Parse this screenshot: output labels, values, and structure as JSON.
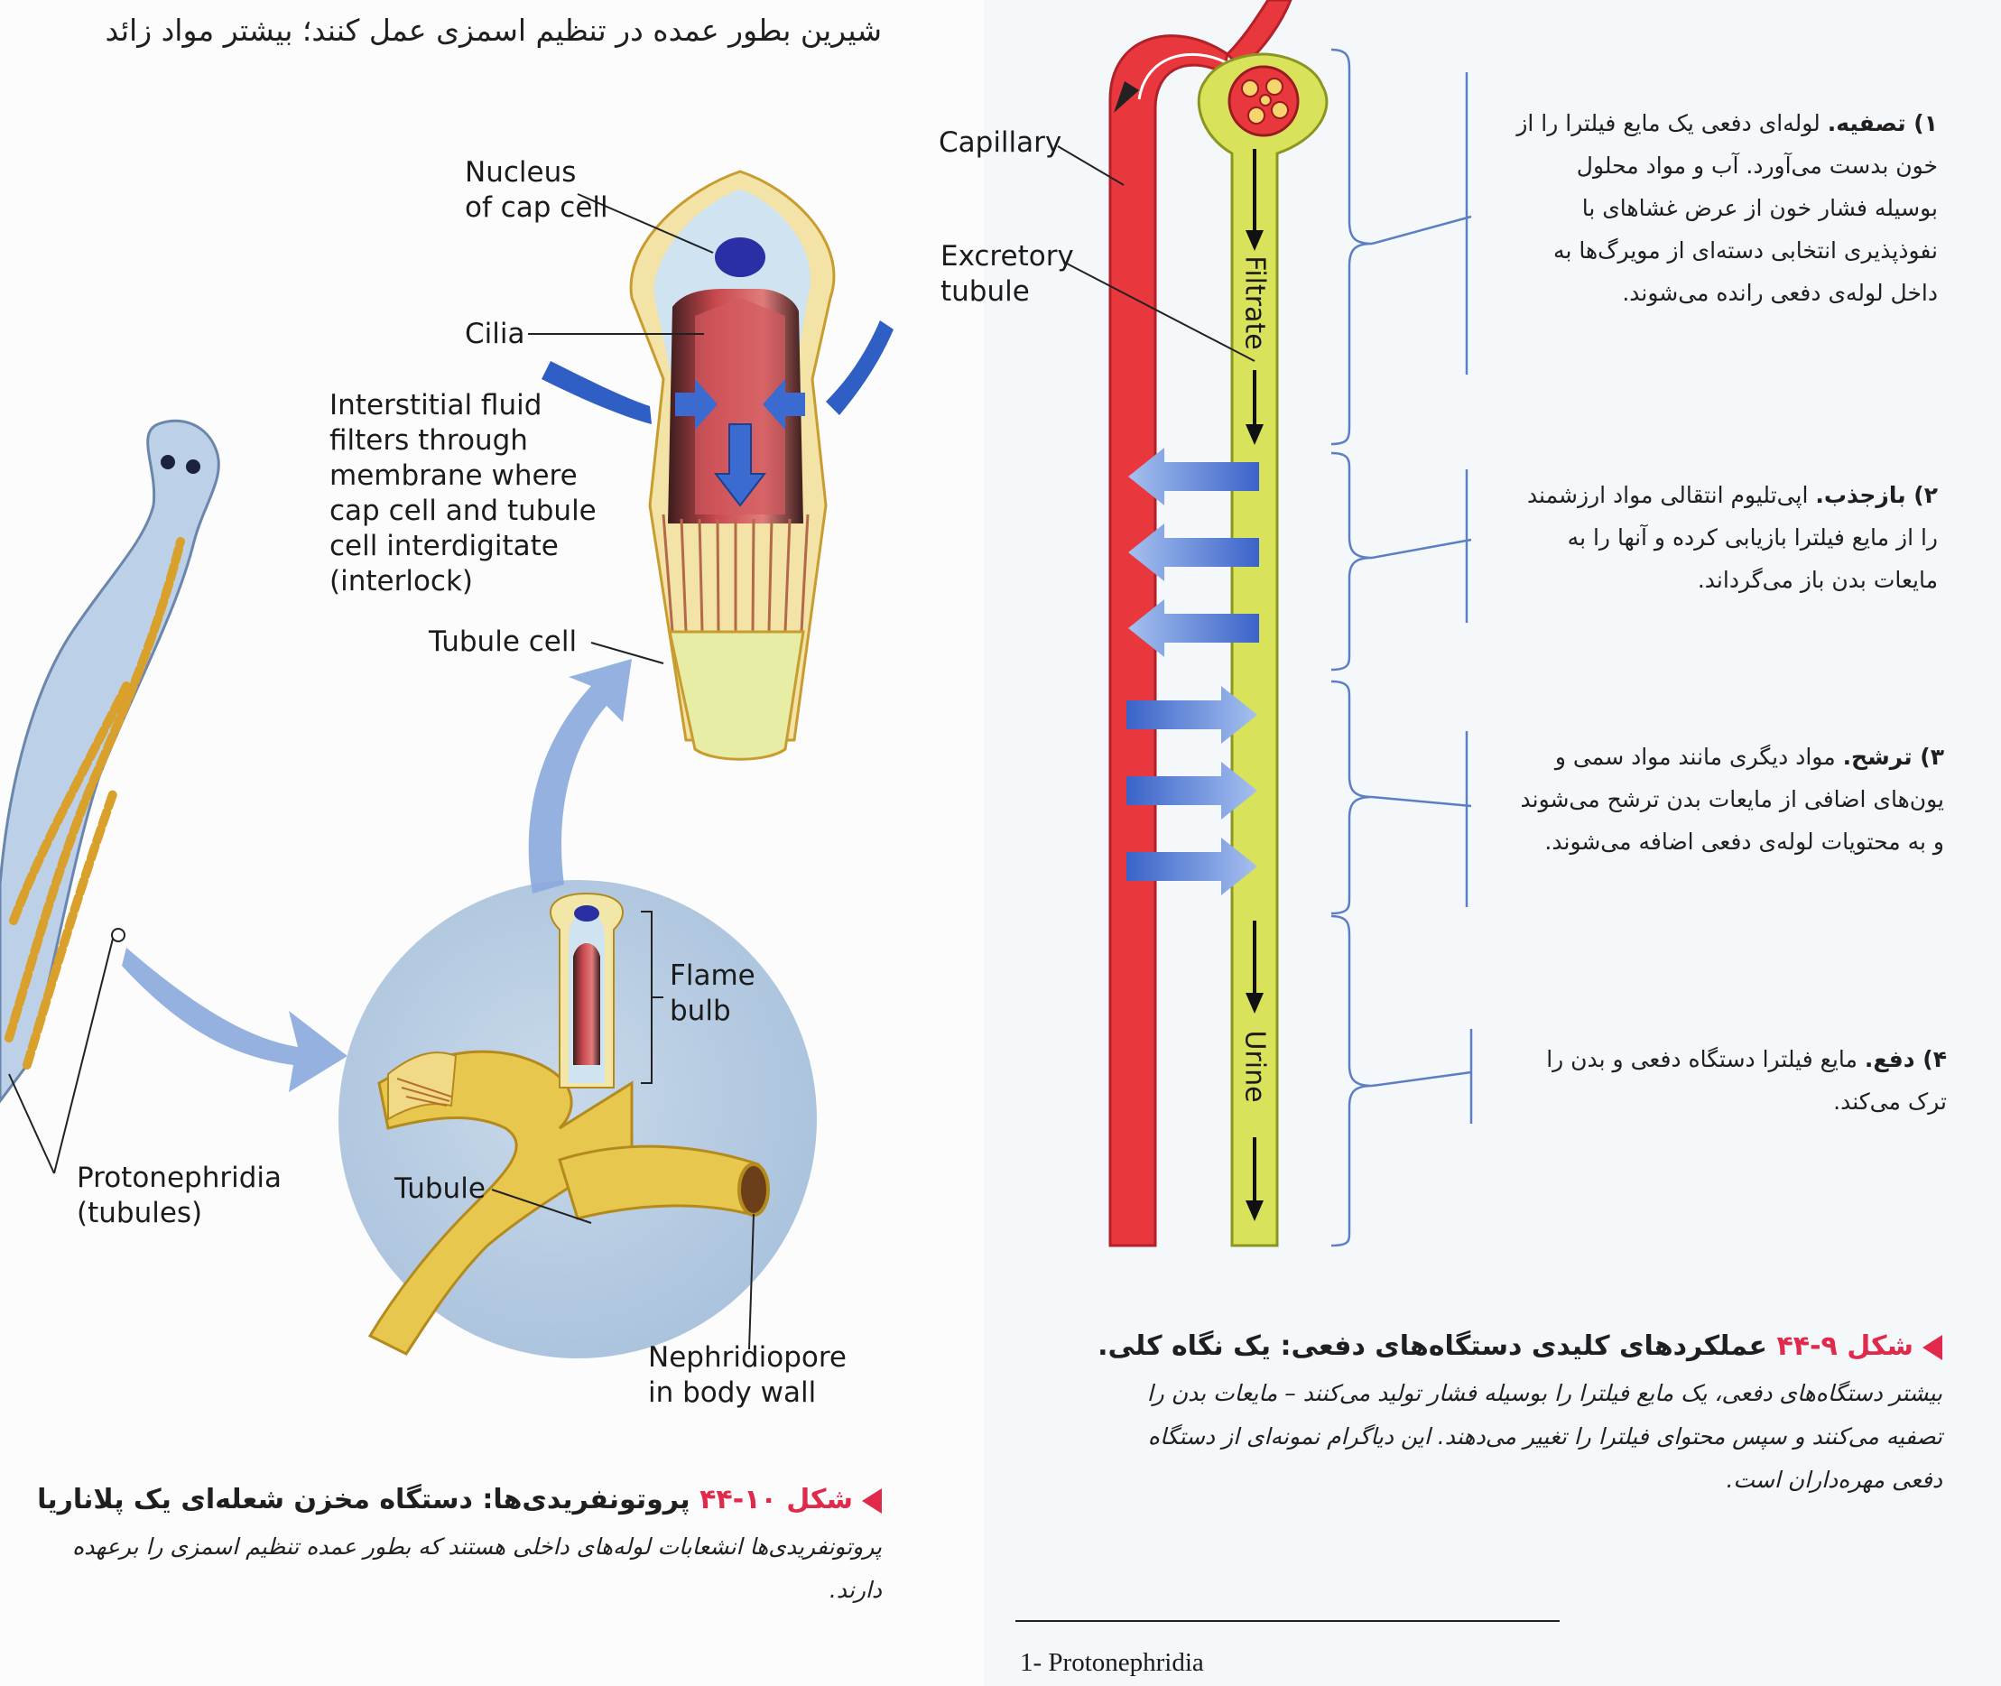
{
  "top_text": "شیرین بطور عمده در تنظیم اسمزی عمل کنند؛ بیشتر مواد زائد",
  "left_figure": {
    "labels": {
      "nucleus": [
        "Nucleus",
        "of cap cell"
      ],
      "cilia": "Cilia",
      "interstitial": [
        "Interstitial fluid",
        "filters through",
        "membrane where",
        "cap cell and tubule",
        "cell interdigitate",
        "(interlock)"
      ],
      "tubule_cell": "Tubule cell",
      "flame_bulb": [
        "Flame",
        "bulb"
      ],
      "protonephridia": [
        "Protonephridia",
        "(tubules)"
      ],
      "tubule": "Tubule",
      "nephridiopore": [
        "Nephridiopore",
        "in body wall"
      ]
    },
    "caption": {
      "number": "شکل ۱۰-۴۴",
      "title": "پروتونفریدی‌ها: دستگاه مخزن شعله‌ای یک پلاناریا",
      "body": [
        "پروتونفریدی‌ها انشعابات لوله‌های داخلی هستند که بطور عمده تنظیم اسمزی را برعهده",
        "دارند."
      ]
    }
  },
  "right_figure": {
    "labels": {
      "capillary": "Capillary",
      "excretory_tubule": [
        "Excretory",
        "tubule"
      ],
      "filtrate": "Filtrate",
      "urine": "Urine"
    },
    "steps": [
      {
        "title": "۱) تصفیه.",
        "lines": [
          "لوله‌ای دفعی یک مایع فیلترا را از",
          "خون بدست می‌آورد. آب و مواد محلول",
          "بوسیله فشار خون از عرض غشاهای با",
          "نفوذپذیری انتخابی دسته‌ای از مویرگ‌ها به",
          "داخل لوله‌ی دفعی رانده می‌شوند."
        ]
      },
      {
        "title": "۲) بازجذب.",
        "lines": [
          "اپی‌تلیوم انتقالی مواد ارزشمند",
          "را از مایع فیلترا بازیابی کرده و آنها را به",
          "مایعات بدن باز می‌گرداند."
        ]
      },
      {
        "title": "۳) ترشح.",
        "lines": [
          "مواد دیگری مانند مواد سمی و",
          "یون‌های اضافی از مایعات بدن ترشح می‌شوند",
          "و به محتویات لوله‌ی دفعی اضافه می‌شوند."
        ]
      },
      {
        "title": "۴) دفع.",
        "lines": [
          "مایع فیلترا دستگاه دفعی و بدن را",
          "ترک می‌کند."
        ]
      }
    ],
    "caption": {
      "number": "شکل ۹-۴۴",
      "title": "عملکردهای کلیدی دستگاه‌های دفعی: یک نگاه کلی.",
      "body": [
        "بیشتر دستگاه‌های دفعی، یک مایع فیلترا را بوسیله فشار تولید می‌کنند – مایعات بدن را",
        "تصفیه می‌کنند و سپس محتوای فیلترا را تغییر می‌دهند. این دیاگرام نمونه‌ای از دستگاه",
        "دفعی مهره‌داران است."
      ]
    }
  },
  "footnote": "1- Protonephridia",
  "colors": {
    "capillary": "#e8383d",
    "tubule": "#d8e25a",
    "arrow": "#3f6fcf",
    "caption_accent": "#e0294b",
    "bracket": "#5b7ec4"
  }
}
